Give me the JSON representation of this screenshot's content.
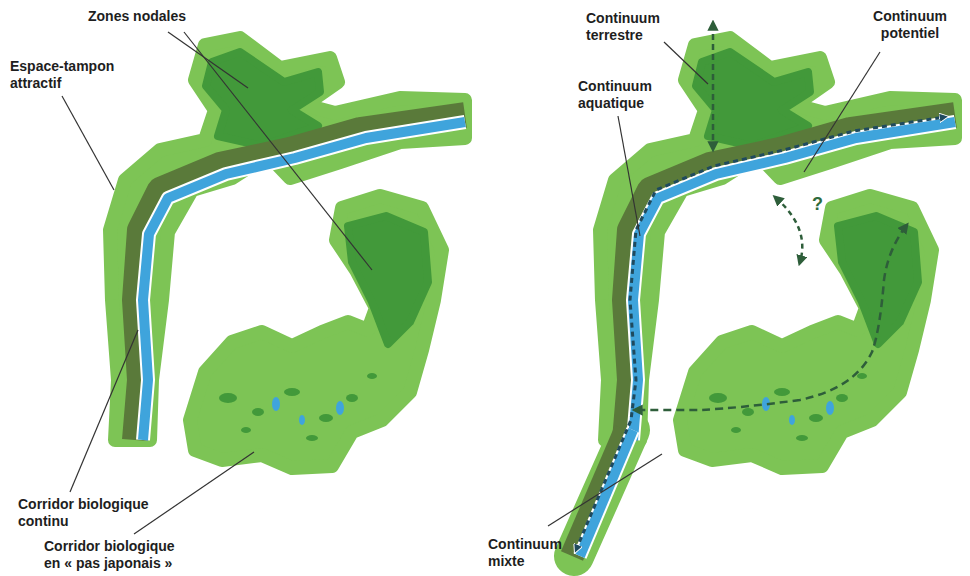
{
  "diagram": {
    "labels": [
      "Zones nodales",
      "Continuum terrestre",
      "Continuum potentiel",
      "Espace-tampon attractif",
      "Continuum aquatique",
      "?",
      "Corridor biologique continu",
      "Corridor biologique en « pas japonais »",
      "Continuum mixte"
    ]
  }
}
